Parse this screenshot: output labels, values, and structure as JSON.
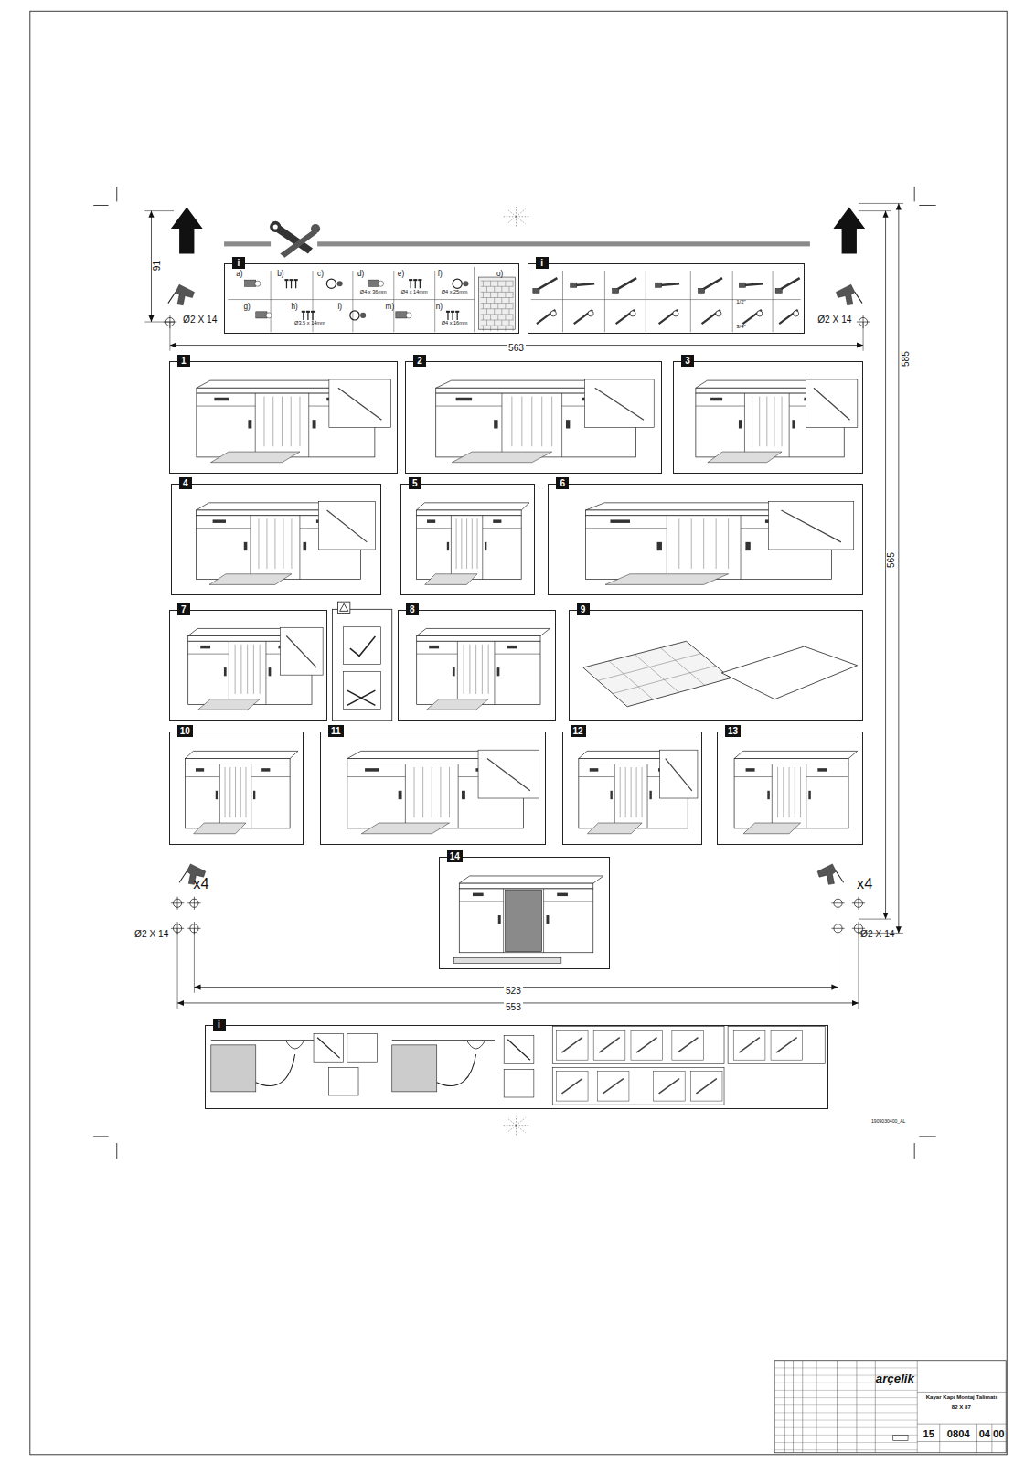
{
  "diagram": {
    "nodes": [
      {
        "text": [
          "i"
        ]
      },
      {
        "text": [
          "i"
        ]
      },
      {
        "text": [
          "1"
        ]
      },
      {
        "text": [
          "2"
        ]
      },
      {
        "text": [
          "3"
        ]
      },
      {
        "text": [
          "4"
        ]
      },
      {
        "text": [
          "5"
        ]
      },
      {
        "text": [
          "6"
        ]
      },
      {
        "text": [
          "7"
        ]
      },
      {
        "text": [
          "8"
        ]
      },
      {
        "text": [
          "9"
        ]
      },
      {
        "text": [
          "10"
        ]
      },
      {
        "text": [
          "11"
        ]
      },
      {
        "text": [
          "12"
        ]
      },
      {
        "text": [
          "13"
        ]
      },
      {
        "text": [
          "14"
        ]
      },
      {
        "text": [
          "i"
        ]
      }
    ],
    "labels": [
      "91",
      "Ø2 X 14",
      "Ø2 X 14",
      "a)",
      "b)",
      "c)",
      "d)",
      "Ø4 x 36mm",
      "e)",
      "Ø4 x 14mm",
      "f)",
      "Ø4 x 25mm",
      "o)",
      "g)",
      "h)",
      "Ø3.5 x 14mm",
      "i)",
      "m)",
      "n)",
      "Ø4 x 16mm",
      "1/2\"",
      "3/4\"",
      "563",
      "565",
      "585",
      "x4",
      "x4",
      "Ø2 X 14",
      "Ø2 X 14",
      "523",
      "553",
      "1909030400_AL",
      "arçelik",
      "Kayar Kapı Montaj Talimatı",
      "82 X 87",
      "15",
      "0804",
      "04",
      "00"
    ]
  }
}
